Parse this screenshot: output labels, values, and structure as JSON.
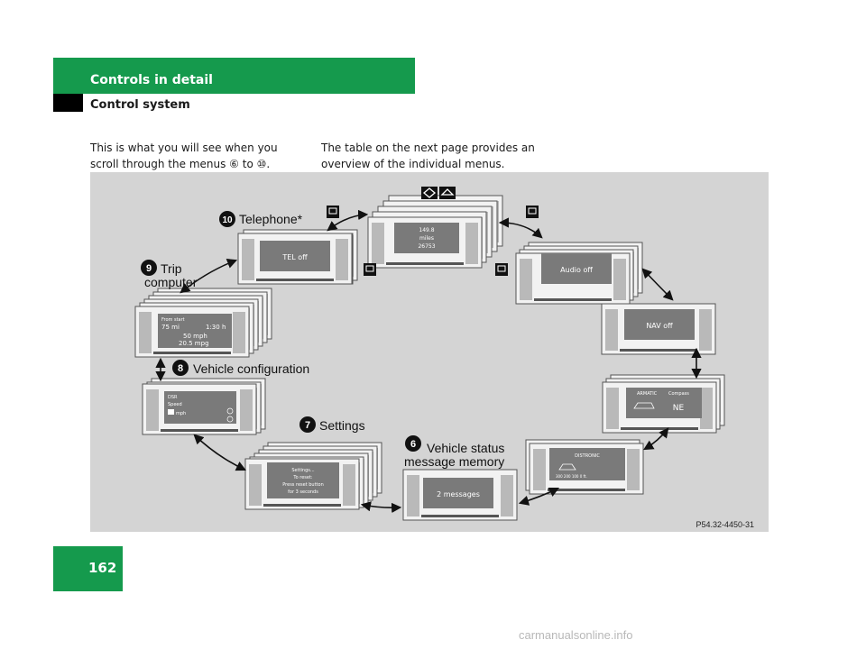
{
  "header": {
    "section": "Controls in detail",
    "subsection": "Control system"
  },
  "intro": {
    "left": "This is what you will see when you scroll through the menus ⑥ to ⑩.",
    "right": "The table on the next page provides an overview of the individual menus."
  },
  "figure": {
    "labels": {
      "m10_num": "10",
      "m10_text": "Telephone*",
      "m9_num": "9",
      "m9_text_1": "Trip",
      "m9_text_2": "computer",
      "m8_num": "8",
      "m8_text": "Vehicle configuration",
      "m7_num": "7",
      "m7_text": "Settings",
      "m6_num": "6",
      "m6_text_1": "Vehicle status",
      "m6_text_2": "message memory"
    },
    "screens": {
      "odometer_1": "149.8",
      "odometer_2": "miles",
      "odometer_3": "26753",
      "audio": "Audio off",
      "nav": "NAV off",
      "armatic": "ARMATIC",
      "compass_title": "Compass",
      "compass_value": "NE",
      "distronic": "DISTRONIC",
      "distronic_scale": "300   200   100     0 ft.",
      "messages": "2 messages",
      "settings_1": "Settings...",
      "settings_2": "To reset:",
      "settings_3": "Press reset button",
      "settings_4": "for 3 seconds",
      "dsr": "DSR",
      "dsr_speed": "Speed",
      "dsr_unit": "mph",
      "trip_from": "From start",
      "trip_dist": "75 mi",
      "trip_time": "1:30 h",
      "trip_speed": "50 mph",
      "trip_mpg": "20.5 mpg",
      "tel": "TEL off"
    },
    "code": "P54.32-4450-31"
  },
  "page": {
    "number": "162"
  },
  "watermark": "carmanualsonline.info",
  "colors": {
    "accent": "#159a4d",
    "figure_bg": "#d4d4d4",
    "screen": "#7a7a7a"
  }
}
